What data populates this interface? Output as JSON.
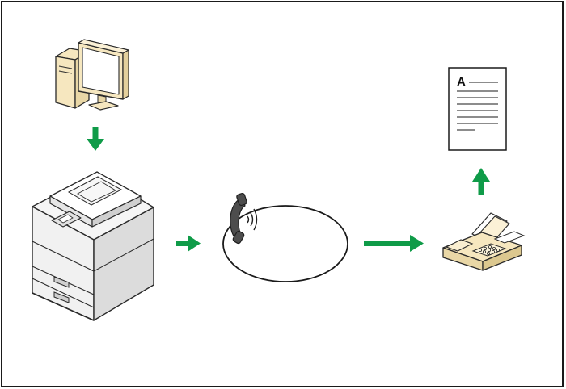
{
  "diagram": {
    "document": {
      "letter": "A"
    },
    "colors": {
      "arrow": "#0f9b48",
      "device_beige": "#f6e7bf",
      "device_outline": "#2a2a2a",
      "copier_body": "#f2f2f2",
      "copier_shade": "#d8d8d8",
      "phone": "#4d4d4d"
    },
    "icons": [
      "computer-icon",
      "multifunction-printer-icon",
      "telephone-line-icon",
      "fax-machine-icon",
      "printed-document-icon"
    ],
    "arrows": [
      "arrow-down",
      "arrow-right",
      "arrow-right",
      "arrow-up"
    ]
  }
}
